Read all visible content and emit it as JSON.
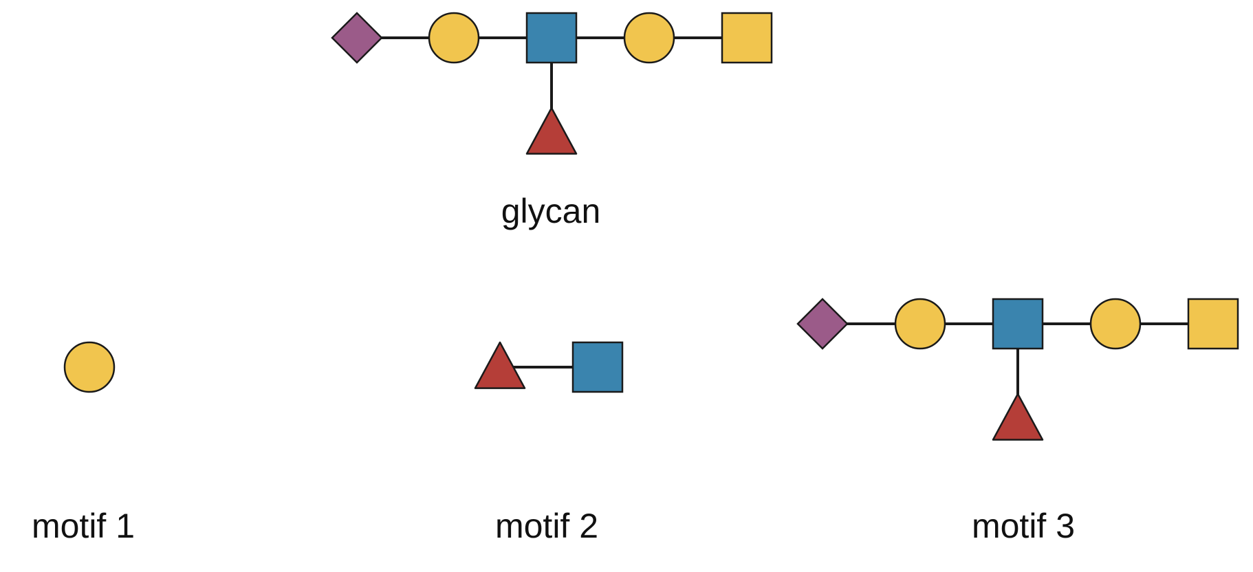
{
  "labels": {
    "glycan": "glycan",
    "motif1": "motif 1",
    "motif2": "motif 2",
    "motif3": "motif 3"
  },
  "colors": {
    "purple_diamond": "#9b5b89",
    "yellow": "#f1c54e",
    "blue_square": "#3a84ae",
    "red_triangle": "#b53e38",
    "edge": "#1a1a1a"
  },
  "structures": {
    "glycan": {
      "nodes": [
        {
          "shape": "diamond",
          "color": "purple_diamond",
          "name": "purple-diamond-icon"
        },
        {
          "shape": "circle",
          "color": "yellow",
          "name": "yellow-circle-icon"
        },
        {
          "shape": "square",
          "color": "blue_square",
          "name": "blue-square-icon"
        },
        {
          "shape": "circle",
          "color": "yellow",
          "name": "yellow-circle-icon"
        },
        {
          "shape": "square",
          "color": "yellow",
          "name": "yellow-square-icon"
        },
        {
          "shape": "triangle",
          "color": "red_triangle",
          "name": "red-triangle-icon"
        }
      ],
      "edges": [
        [
          0,
          1
        ],
        [
          1,
          2
        ],
        [
          2,
          3
        ],
        [
          3,
          4
        ],
        [
          2,
          5
        ]
      ]
    },
    "motif1": {
      "nodes": [
        {
          "shape": "circle",
          "color": "yellow",
          "name": "yellow-circle-icon"
        }
      ],
      "edges": []
    },
    "motif2": {
      "nodes": [
        {
          "shape": "triangle",
          "color": "red_triangle",
          "name": "red-triangle-icon"
        },
        {
          "shape": "square",
          "color": "blue_square",
          "name": "blue-square-icon"
        }
      ],
      "edges": [
        [
          0,
          1
        ]
      ]
    },
    "motif3": {
      "nodes": [
        {
          "shape": "diamond",
          "color": "purple_diamond",
          "name": "purple-diamond-icon"
        },
        {
          "shape": "circle",
          "color": "yellow",
          "name": "yellow-circle-icon"
        },
        {
          "shape": "square",
          "color": "blue_square",
          "name": "blue-square-icon"
        },
        {
          "shape": "circle",
          "color": "yellow",
          "name": "yellow-circle-icon"
        },
        {
          "shape": "square",
          "color": "yellow",
          "name": "yellow-square-icon"
        },
        {
          "shape": "triangle",
          "color": "red_triangle",
          "name": "red-triangle-icon"
        }
      ],
      "edges": [
        [
          0,
          1
        ],
        [
          1,
          2
        ],
        [
          2,
          3
        ],
        [
          3,
          4
        ],
        [
          2,
          5
        ]
      ]
    }
  }
}
